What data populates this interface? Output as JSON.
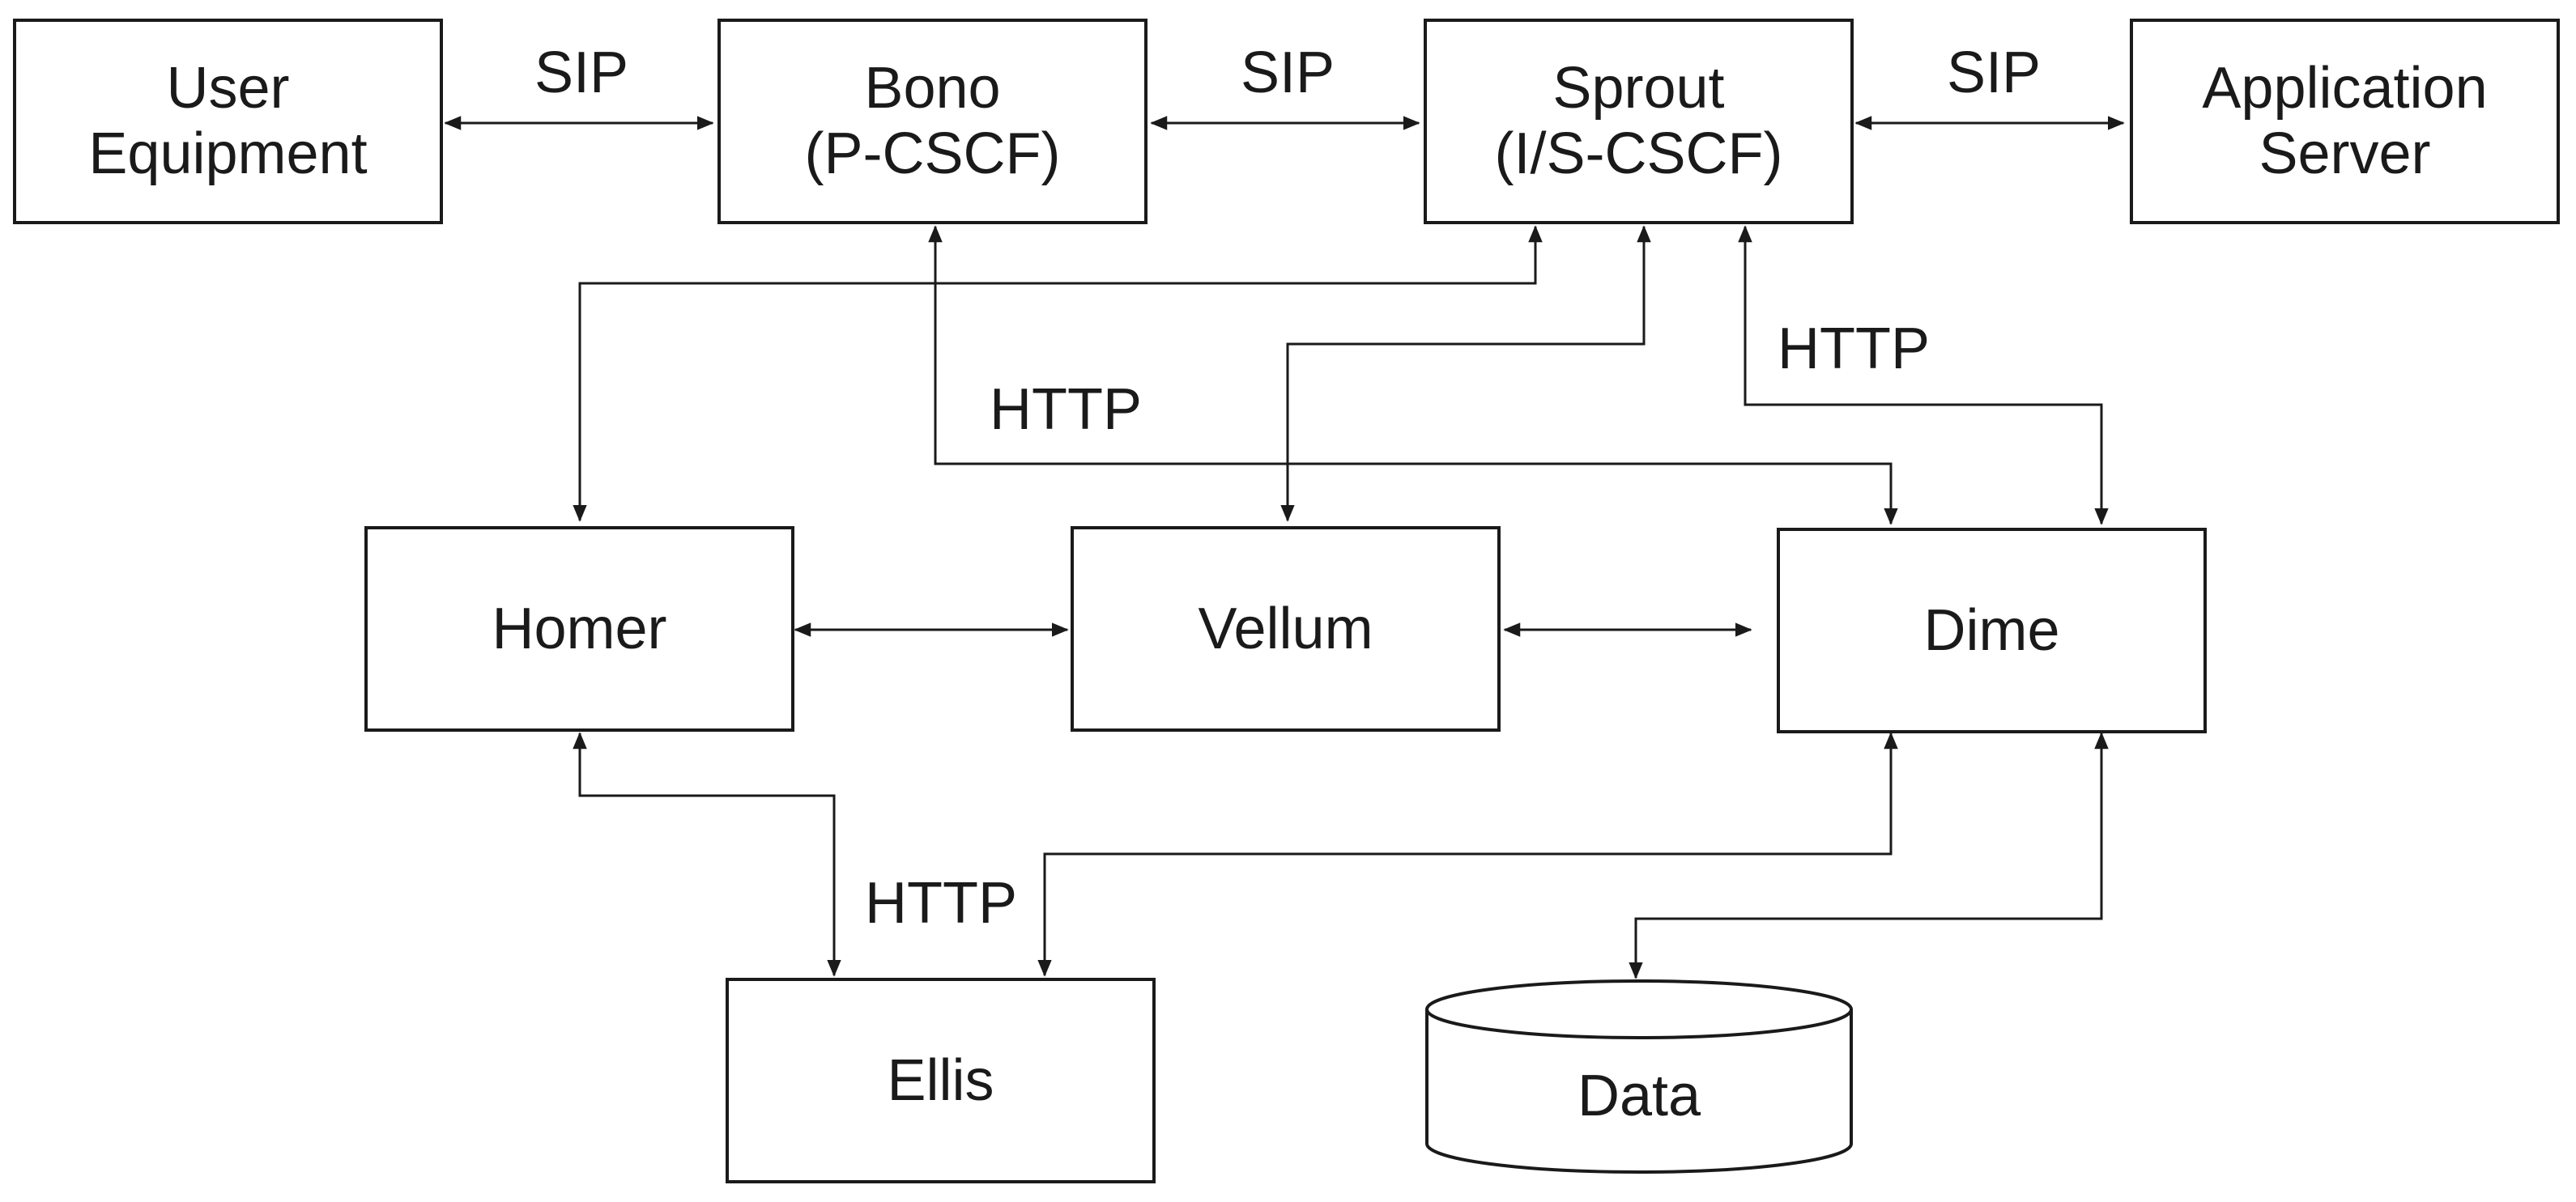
{
  "components": {
    "user_equipment": [
      "User",
      "Equipment"
    ],
    "bono": [
      "Bono",
      "(P-CSCF)"
    ],
    "sprout": [
      "Sprout",
      "(I/S-CSCF)"
    ],
    "application_server": [
      "Application",
      "Server"
    ],
    "homer": "Homer",
    "vellum": "Vellum",
    "dime": "Dime",
    "ellis": "Ellis",
    "data": "Data"
  },
  "protocols": {
    "ue_bono": "SIP",
    "bono_sprout": "SIP",
    "sprout_as": "SIP",
    "bono_dime": "HTTP",
    "sprout_dime": "HTTP",
    "ellis_dime": "HTTP"
  }
}
